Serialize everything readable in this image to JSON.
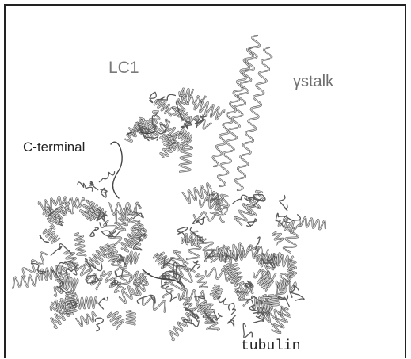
{
  "figure": {
    "labels": {
      "lc1": "LC1",
      "ystalk": "γstalk",
      "c_terminal": "C-terminal",
      "tubulin": "tubulin"
    }
  }
}
